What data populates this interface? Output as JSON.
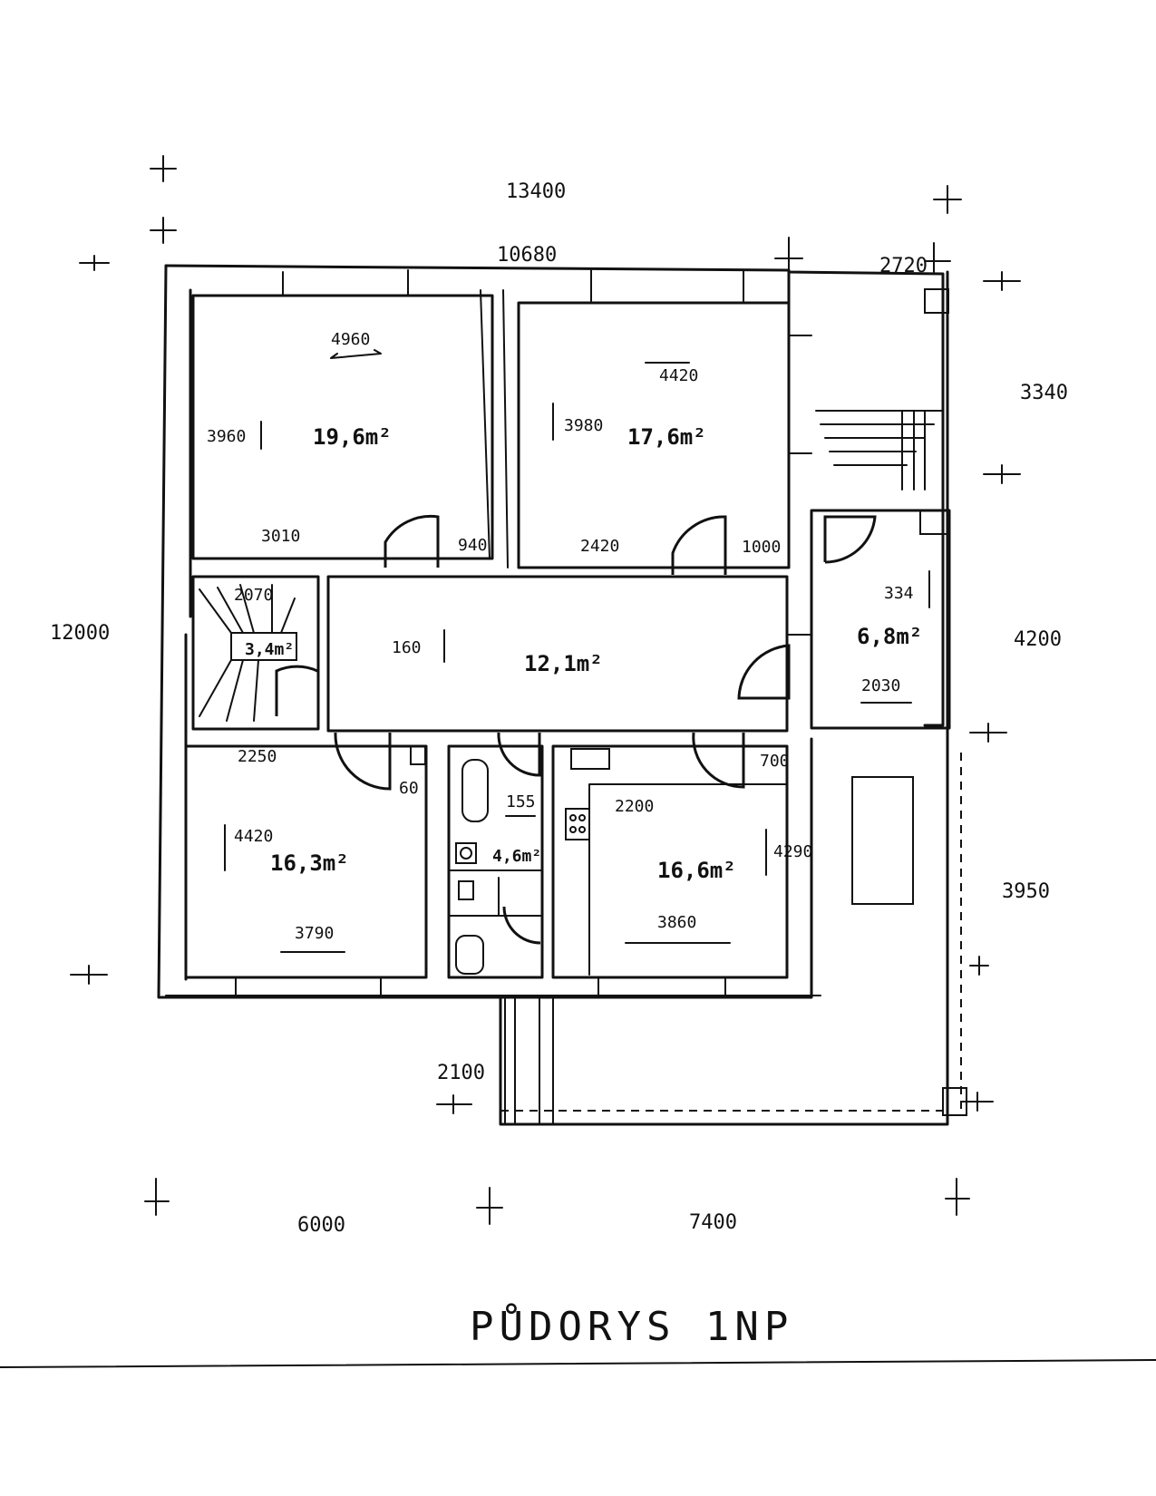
{
  "title": "PŮDORYS 1NP",
  "overall_dimensions": {
    "total_width": "13400",
    "top_left_width": "10680",
    "top_right_width": "2720",
    "left_height": "12000",
    "right_top": "3340",
    "right_middle": "4200",
    "right_bottom": "3950",
    "bottom_left": "6000",
    "bottom_right": "7400",
    "terrace_depth": "2100"
  },
  "rooms": [
    {
      "area": "19,6m²",
      "width": "4960",
      "height": "3960",
      "door_left": "3010",
      "door_right": "940"
    },
    {
      "area": "17,6m²",
      "width": "4420",
      "height": "3980",
      "door_left": "2420",
      "door_right": "1000"
    },
    {
      "area": "3,4m²",
      "width": "2070"
    },
    {
      "area": "12,1m²",
      "height": "160"
    },
    {
      "area": "6,8m²",
      "height": "334",
      "width": "2030"
    },
    {
      "area": "16,3m²",
      "height": "4420",
      "width": "3790",
      "door_left": "2250",
      "door_right": "60"
    },
    {
      "area": "4,6m²",
      "width": "155"
    },
    {
      "area": "16,6m²",
      "height": "4290",
      "width": "3860",
      "counter": "2200",
      "door_right": "700"
    }
  ]
}
